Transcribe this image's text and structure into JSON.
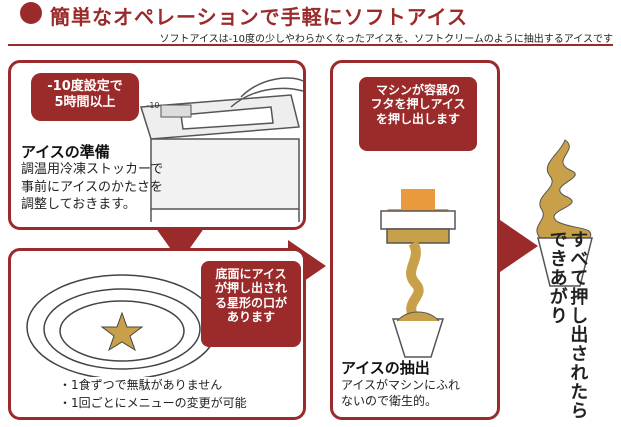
{
  "header": {
    "title": "簡単なオペレーションで手軽にソフトアイス",
    "subtitle": "ソフトアイスは-10度の少しやわらかくなったアイスを、ソフトクリームのように抽出するアイスです"
  },
  "panel_prep": {
    "badge": "-10度設定で\n5時間以上",
    "display_value": "-10",
    "heading": "アイスの準備",
    "body": "調温用冷凍ストッカーで\n事前にアイスのかたさを\n調整しておきます。"
  },
  "panel_star": {
    "callout": "底面にアイス\nが押し出され\nる星形の口が\nあります",
    "bullet1": "・1食ずつで無駄がありません",
    "bullet2": "・1回ごとにメニューの変更が可能"
  },
  "panel_extract": {
    "callout": "マシンが容器の\nフタを押しアイス\nを押し出します",
    "heading": "アイスの抽出",
    "body": "アイスがマシンにふれ\nないので衛生的。"
  },
  "final": {
    "text": "すべて押し出されたら\nできあがり"
  },
  "colors": {
    "accent": "#9b2a2a",
    "ice": "#c9a04a",
    "arrow": "#e89a3c"
  }
}
